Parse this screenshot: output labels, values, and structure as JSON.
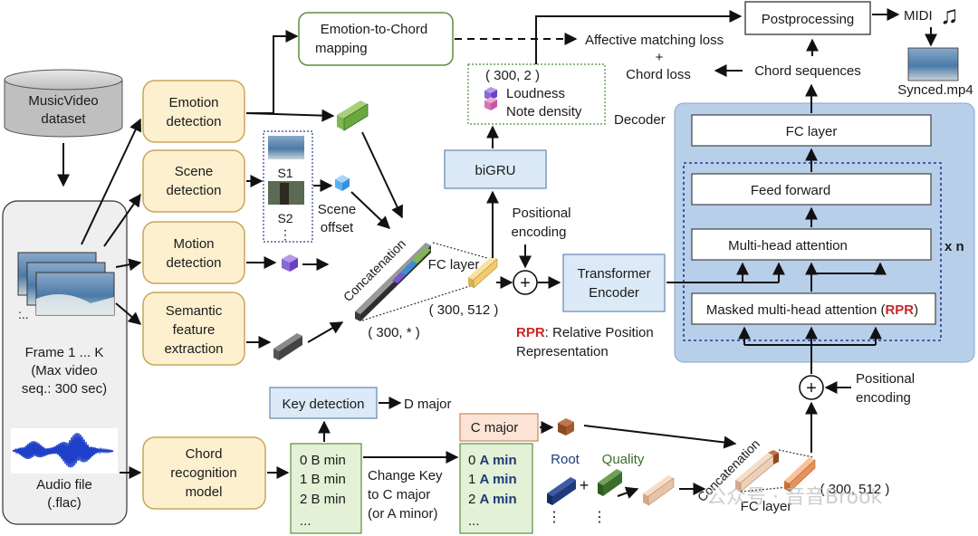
{
  "colors": {
    "yellow_fill": "#fdf0cf",
    "yellow_stroke": "#c9a65a",
    "green_fill": "#e3f1d6",
    "green_stroke": "#5e8f3e",
    "blue_fill": "#dce9f6",
    "blue_stroke": "#6d8fb8",
    "decoder_fill": "#b8cfea",
    "rpr_red": "#c62828",
    "root_blue": "#1f3b7a",
    "quality_green": "#3b6e2a"
  },
  "inputs": {
    "dataset_line1": "MusicVideo",
    "dataset_line2": "dataset",
    "frames_line1": "Frame 1 ... K",
    "frames_line2": "(Max video",
    "frames_line3": "seq.: 300 sec)",
    "audio_line1": "Audio file",
    "audio_line2": "(.flac)",
    "frames_ellipsis": ":.."
  },
  "modules": {
    "emotion_line1": "Emotion",
    "emotion_line2": "detection",
    "scene_line1": "Scene",
    "scene_line2": "detection",
    "motion_line1": "Motion",
    "motion_line2": "detection",
    "semantic_line1": "Semantic",
    "semantic_line2": "feature",
    "semantic_line3": "extraction",
    "chord_rec_line1": "Chord",
    "chord_rec_line2": "recognition",
    "chord_rec_line3": "model"
  },
  "scenes": {
    "s1": "S1",
    "s2": "S2",
    "dots": "⋮",
    "offset_line1": "Scene",
    "offset_line2": "offset"
  },
  "encoder": {
    "concat_label": "Concatenation",
    "concat_shape": "( 300, * )",
    "fc_label": "FC layer",
    "fc_shape": "( 300, 512 )",
    "pos_enc_line1": "Positional",
    "pos_enc_line2": "encoding",
    "plus": "+",
    "transformer_line1": "Transformer",
    "transformer_line2": "Encoder",
    "rpr_abbr": "RPR",
    "rpr_rest": ": Relative Position",
    "rpr_line2": "Representation",
    "bigru": "biGRU"
  },
  "loudness_box": {
    "shape": "( 300, 2 )",
    "loudness": "Loudness",
    "note_density": "Note density"
  },
  "emotion_chord": {
    "line1": "Emotion-to-Chord",
    "line2": "mapping"
  },
  "outputs": {
    "postprocessing": "Postprocessing",
    "midi": "MIDI",
    "music_note": "♫",
    "synced": "Synced.mp4",
    "loss_line1": "Affective matching loss",
    "loss_plus": "+",
    "loss_line2": "Chord loss",
    "chord_sequences": "Chord sequences"
  },
  "decoder": {
    "label": "Decoder",
    "fc_layer": "FC layer",
    "feed_forward": "Feed forward",
    "multi_head": "Multi-head attention",
    "masked_pre": "Masked multi-head attention (",
    "masked_rpr": "RPR",
    "masked_post": ")",
    "repeat": "x n",
    "pos_enc_line1": "Positional",
    "pos_enc_line2": "encoding",
    "plus": "+"
  },
  "chords": {
    "key_detection": "Key detection",
    "d_major": "D major",
    "c_major": "C major",
    "original": [
      "0 B min",
      "1 B min",
      "2 B min"
    ],
    "transposed_idx": [
      "0 ",
      "1 ",
      "2 "
    ],
    "transposed_note": [
      "A min",
      "A min",
      "A min"
    ],
    "ellipsis": "...",
    "change_line1": "Change Key",
    "change_line2": "to C major",
    "change_line3": "(or A minor)",
    "root": "Root",
    "quality": "Quality",
    "plus": "+",
    "vdots": "⋮",
    "concat_label": "Concatenation",
    "fc_label": "FC layer",
    "shape": "( 300, 512 )"
  },
  "watermark": "公众号 · 音音Brook"
}
